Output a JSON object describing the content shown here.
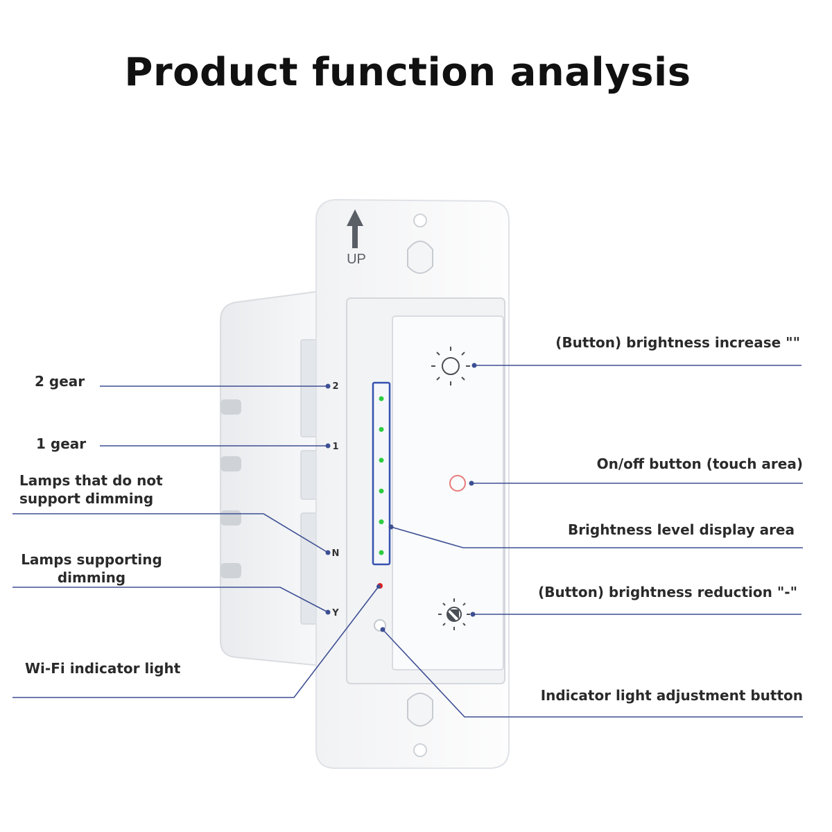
{
  "title": "Product function analysis",
  "device": {
    "up_label": "UP",
    "terminal_labels": [
      "2",
      "1",
      "N",
      "Y"
    ]
  },
  "callouts": {
    "gear2": "2 gear",
    "gear1": "1 gear",
    "no_dimming_line1": "Lamps that do not",
    "no_dimming_line2": "support dimming",
    "dimming_line1": "Lamps supporting",
    "dimming_line2": "dimming",
    "wifi": "Wi-Fi indicator light",
    "bright_up": "(Button) brightness increase \"\"",
    "onoff": "On/off button (touch area)",
    "level_display": "Brightness level display area",
    "bright_down": "(Button) brightness reduction \"-\"",
    "indicator_adjust": "Indicator light adjustment button"
  },
  "colors": {
    "leader_line": "#3d4f93",
    "led_green": "#2ecc40",
    "led_red": "#e02020",
    "level_frame": "#3550b0",
    "onoff_ring": "#e87a7a"
  },
  "brightness_leds": 6
}
